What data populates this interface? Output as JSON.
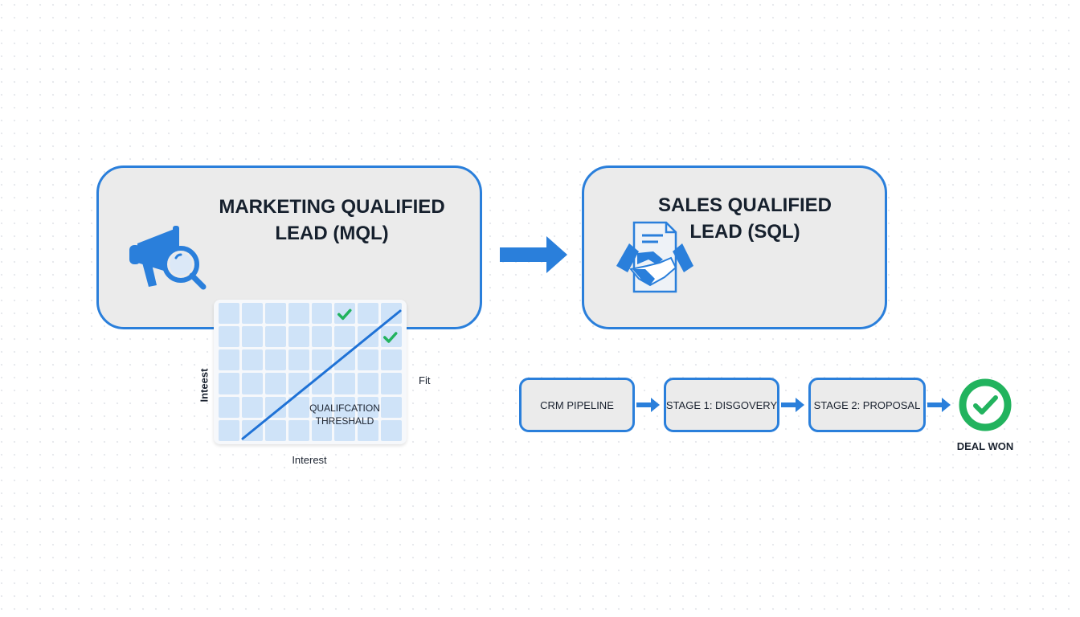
{
  "mql": {
    "title_line1": "MARKETING QUALIFIED",
    "title_line2": "LEAD (MQL)",
    "icon": "megaphone-search-icon"
  },
  "flow_arrow": {
    "icon": "arrow-right-icon"
  },
  "sql": {
    "title_line1": "SALES QUALIFIED",
    "title_line2": "LEAD (SQL)",
    "icon": "handshake-document-icon"
  },
  "scoring": {
    "grid_columns": 8,
    "grid_rows": 6,
    "threshold_line1": "QUALIFCATION",
    "threshold_line2": "THRESHALD",
    "y_axis_label": "Inteest",
    "x_axis_label": "Interest",
    "right_label": "Fit",
    "checkmarks": [
      {
        "col": 6,
        "row": 1
      },
      {
        "col": 8,
        "row": 2
      }
    ],
    "colors": {
      "cell": "#cfe3f8",
      "line": "#1f72d6",
      "check": "#22b35e"
    }
  },
  "pipeline": {
    "stages": [
      {
        "label": "CRM PIPELINE"
      },
      {
        "label": "STAGE 1: DISGOVERY"
      },
      {
        "label": "STAGE 2: PROPOSAL"
      }
    ],
    "outcome": {
      "label": "DEAL WON",
      "icon": "check-circle-icon",
      "color": "#22b35e"
    }
  },
  "colors": {
    "accent": "#2a7fdb",
    "box_fill": "#ebebeb",
    "text": "#16202d"
  }
}
